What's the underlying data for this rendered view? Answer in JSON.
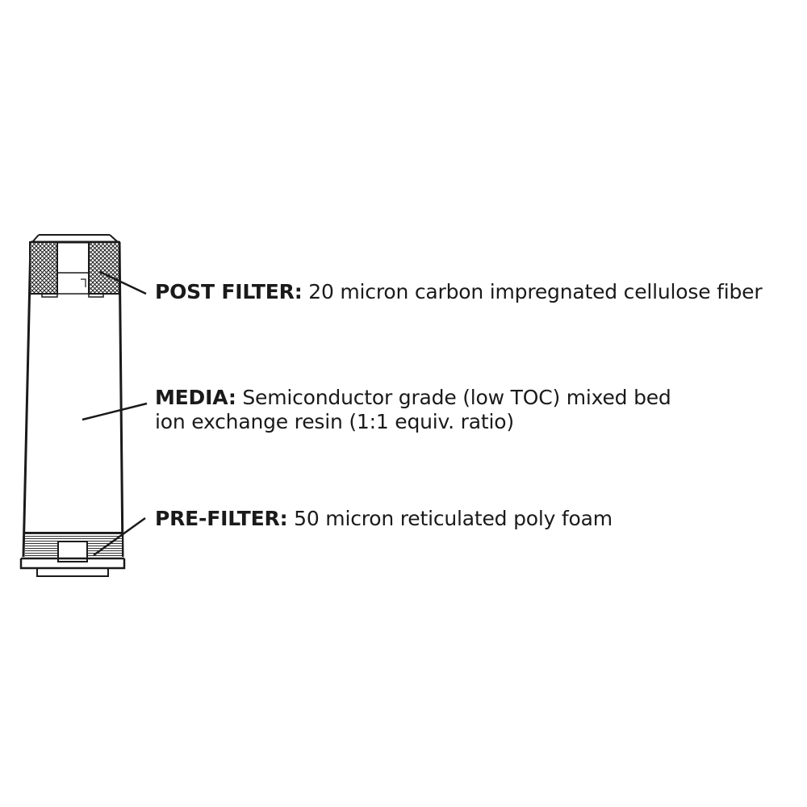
{
  "labels": {
    "post_filter": {
      "key": "POST FILTER:",
      "text": " 20 micron carbon impregnated cellulose fiber"
    },
    "media": {
      "key": "MEDIA:",
      "line1": " Semiconductor grade (low TOC) mixed bed",
      "line2": "ion exchange resin (1:1 equiv. ratio)"
    },
    "pre_filter": {
      "key": "PRE-FILTER:",
      "text": " 50 micron reticulated poly foam"
    }
  },
  "colors": {
    "ink": "#1a1a1a",
    "background": "#ffffff"
  }
}
